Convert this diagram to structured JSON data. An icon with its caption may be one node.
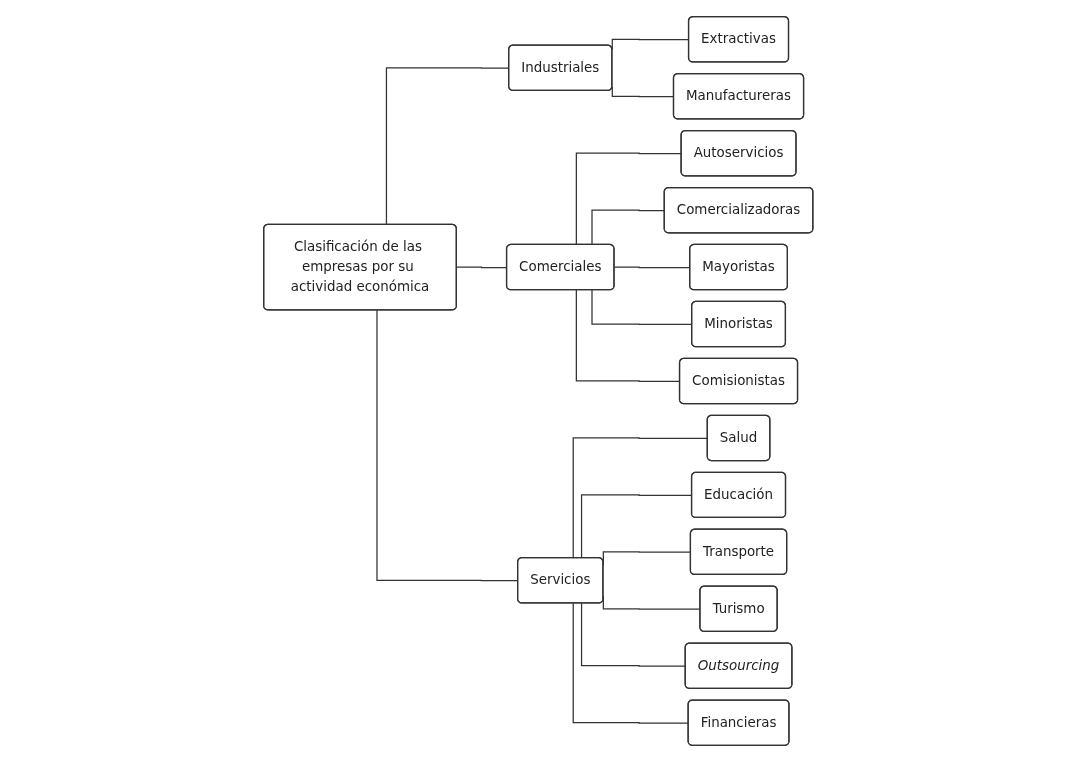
{
  "diagram": {
    "nodes": [
      {
        "text": [
          "Clasificación de las empresas por su actividad económica"
        ]
      },
      {
        "text": [
          "Industriales"
        ]
      },
      {
        "text": [
          "Extractivas"
        ]
      },
      {
        "text": [
          "Manufactureras"
        ]
      },
      {
        "text": [
          "Comerciales"
        ]
      },
      {
        "text": [
          "Autoservicios"
        ]
      },
      {
        "text": [
          "Comercializadoras"
        ]
      },
      {
        "text": [
          "Mayoristas"
        ]
      },
      {
        "text": [
          "Minoristas"
        ]
      },
      {
        "text": [
          "Comisionistas"
        ]
      },
      {
        "text": [
          "Servicios"
        ]
      },
      {
        "text": [
          "Salud"
        ]
      },
      {
        "text": [
          "Educación"
        ]
      },
      {
        "text": [
          "Transporte"
        ]
      },
      {
        "text": [
          "Turismo"
        ]
      },
      {
        "text": [
          "Outsourcing"
        ]
      },
      {
        "text": [
          "Financieras"
        ]
      }
    ],
    "edges": [
      {
        "from": 0,
        "to": 1,
        "arrow": "none"
      },
      {
        "from": 0,
        "to": 4,
        "arrow": "none"
      },
      {
        "from": 0,
        "to": 10,
        "arrow": "none"
      },
      {
        "from": 1,
        "to": 2,
        "arrow": "none"
      },
      {
        "from": 1,
        "to": 3,
        "arrow": "none"
      },
      {
        "from": 4,
        "to": 5,
        "arrow": "none"
      },
      {
        "from": 4,
        "to": 6,
        "arrow": "none"
      },
      {
        "from": 4,
        "to": 7,
        "arrow": "none"
      },
      {
        "from": 4,
        "to": 8,
        "arrow": "none"
      },
      {
        "from": 4,
        "to": 9,
        "arrow": "none"
      },
      {
        "from": 10,
        "to": 11,
        "arrow": "none"
      },
      {
        "from": 10,
        "to": 12,
        "arrow": "none"
      },
      {
        "from": 10,
        "to": 13,
        "arrow": "none"
      },
      {
        "from": 10,
        "to": 14,
        "arrow": "none"
      },
      {
        "from": 10,
        "to": 15,
        "arrow": "none"
      },
      {
        "from": 10,
        "to": 16,
        "arrow": "none"
      }
    ]
  }
}
